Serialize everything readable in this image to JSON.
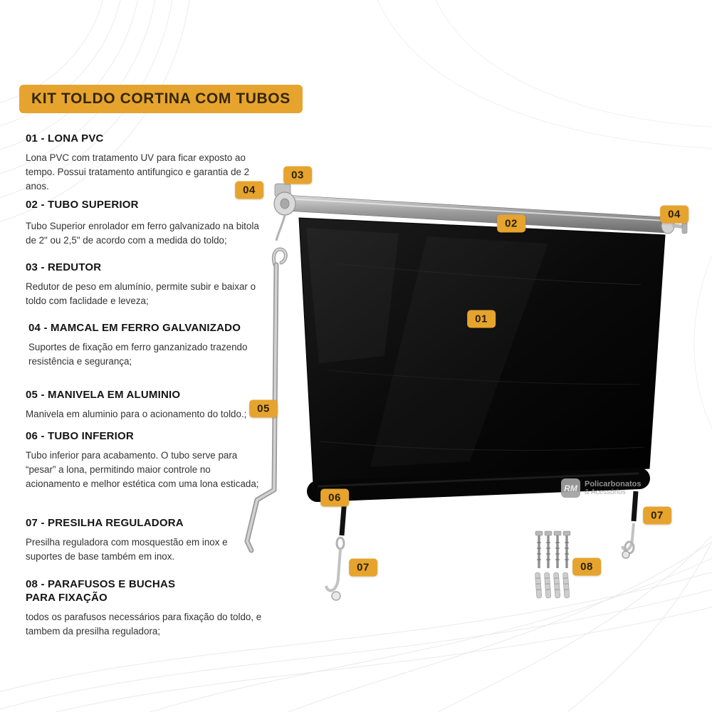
{
  "title": "KIT TOLDO CORTINA COM TUBOS",
  "colors": {
    "accent": "#E6A42E",
    "badge_text": "#2A1E05"
  },
  "parts": [
    {
      "heading": "01 - LONA PVC",
      "body": "Lona PVC com tratamento UV para ficar exposto ao tempo. Possui tratamento antifungico e garantia de 2 anos."
    },
    {
      "heading": "02 - TUBO SUPERIOR",
      "body": "Tubo Superior enrolador em ferro galvanizado na bitola de 2\" ou 2,5\" de acordo com a medida do toldo;"
    },
    {
      "heading": "03 - REDUTOR",
      "body": "Redutor de peso em alumínio, permite subir e baixar o toldo com faclidade e leveza;"
    },
    {
      "heading": "04 - MAMCAL  EM FERRO GALVANIZADO",
      "body": "Suportes de fixação em ferro ganzanizado trazendo resistência e segurança;"
    },
    {
      "heading": "05 - MANIVELA EM ALUMINIO",
      "body": "Manivela em aluminio para o acionamento do toldo.;"
    },
    {
      "heading": "06 - TUBO INFERIOR",
      "body": "Tubo inferior para acabamento. O tubo serve para “pesar” a lona, permitindo maior controle no acionamento e melhor estética com uma lona esticada;"
    },
    {
      "heading": "07 - PRESILHA REGULADORA",
      "body": "Presilha reguladora com mosquestão em inox e suportes de base também em inox."
    },
    {
      "heading": "08 - PARAFUSOS E BUCHAS PARA FIXAÇÃO",
      "body": "todos os parafusos necessários para fixação do toldo, e tambem da presilha reguladora;"
    }
  ],
  "callouts": {
    "n01": "01",
    "n02": "02",
    "n03": "03",
    "n04a": "04",
    "n04b": "04",
    "n05": "05",
    "n06": "06",
    "n07a": "07",
    "n07b": "07",
    "n08": "08"
  },
  "brand": {
    "logo": "RM",
    "line1": "Policarbonatos",
    "line2": "& Acessórios"
  }
}
